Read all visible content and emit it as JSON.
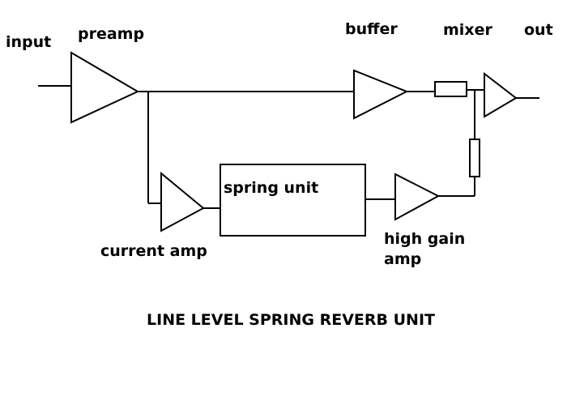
{
  "title": "LINE LEVEL SPRING REVERB UNIT",
  "labels": {
    "input": "input",
    "preamp": "preamp",
    "buffer": "buffer",
    "mixer": "mixer",
    "out": "out",
    "spring_unit": "spring unit",
    "current_amp": "current amp",
    "high_gain_amp_line1": "high gain",
    "high_gain_amp_line2": "amp"
  },
  "colors": {
    "line": "#000000",
    "background": "#ffffff"
  }
}
